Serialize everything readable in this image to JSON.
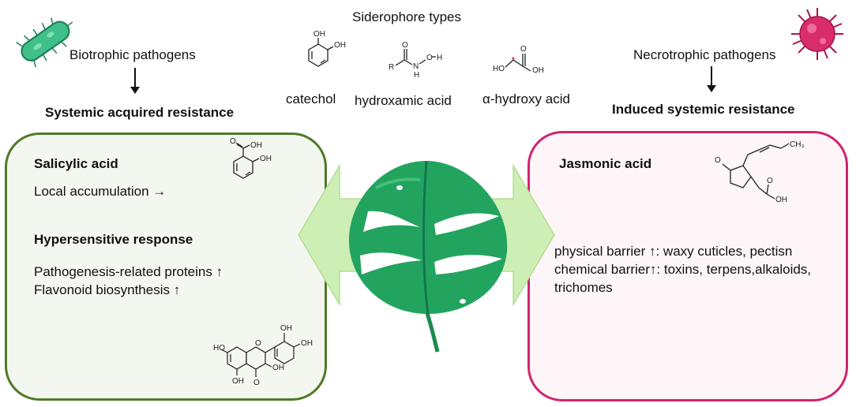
{
  "header": {
    "siderophore_title": "Siderophore types",
    "siderophores": [
      {
        "name": "catechol"
      },
      {
        "name": "hydroxamic acid"
      },
      {
        "name": "α-hydroxy acid"
      }
    ]
  },
  "left": {
    "pathogen": "Biotrophic pathogens",
    "resistance": "Systemic acquired resistance",
    "section1_title": "Salicylic acid",
    "section1_line": "Local accumulation →",
    "section2_title": "Hypersensitive response",
    "section2_lines": [
      "Pathogenesis-related proteins ↑",
      "Flavonoid biosynthesis ↑"
    ],
    "colors": {
      "border": "#4f7a27",
      "fill": "#f3f7ef"
    }
  },
  "right": {
    "pathogen": "Necrotrophic pathogens",
    "resistance": "Induced systemic resistance",
    "section_title": "Jasmonic acid",
    "lines": [
      "physical barrier ↑: waxy cuticles, pectisn",
      "chemical barrier↑: toxins, terpens,alkaloids,",
      "trichomes"
    ],
    "colors": {
      "border": "#d0256f",
      "fill": "#fdf5f8"
    }
  },
  "chem_labels": {
    "oh": "OH",
    "ho": "HO",
    "o": "O",
    "r": "R",
    "n": "N",
    "h": "H",
    "ch3": "CH₃"
  },
  "icons": [
    "bacterium-icon",
    "virus-icon",
    "leaf-icon",
    "double-arrow-icon"
  ],
  "colors": {
    "leaf": "#1f9a5a",
    "arrow": "#cdeeb4",
    "bacterium": "#3fbf8a",
    "virus": "#d92d6b"
  }
}
